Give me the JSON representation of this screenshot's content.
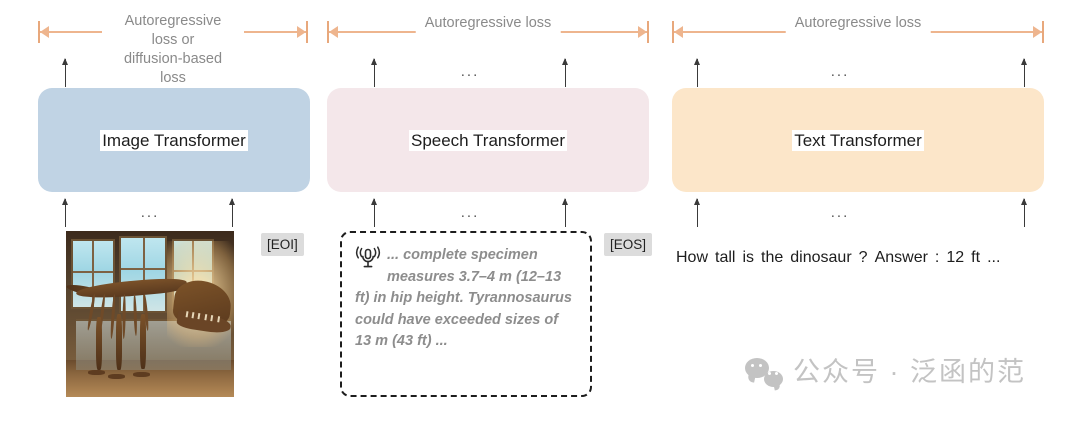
{
  "figure": {
    "title": "Multimodal transformer training losses diagram",
    "colors": {
      "image_box": "#c0d3e4",
      "speech_box": "#f4e7ea",
      "text_box": "#fce6c9",
      "bracket": "#eeb58e",
      "label_gray": "#8a8a8a",
      "watermark_gray": "#c3c3c3"
    }
  },
  "losses": [
    {
      "id": "image-loss",
      "label": "Autoregressive loss or\ndiffusion-based loss"
    },
    {
      "id": "speech-loss",
      "label": "Autoregressive loss"
    },
    {
      "id": "text-loss",
      "label": "Autoregressive loss"
    }
  ],
  "columns": [
    {
      "id": "image",
      "transformer_label": "Image Transformer",
      "top_dots": "...",
      "bottom_dots": "...",
      "end_token": "[EOI]",
      "input_kind": "image-thumbnail",
      "input_alt": "Tyrannosaurus rex skeleton on display in a museum hall with tall windows"
    },
    {
      "id": "speech",
      "transformer_label": "Speech Transformer",
      "top_dots": "...",
      "bottom_dots": "...",
      "end_token": "[EOS]",
      "input_kind": "speech-transcript",
      "transcript": "... complete specimen measures 3.7–4 m (12–13 ft) in hip height. Tyrannosaurus could have exceeded sizes of 13 m (43 ft) ..."
    },
    {
      "id": "text",
      "transformer_label": "Text Transformer",
      "top_dots": "...",
      "bottom_dots": "...",
      "input_kind": "token-sequence",
      "tokens": [
        "How",
        "tall",
        "is",
        "the",
        "dinosaur",
        "?",
        "Answer",
        ":",
        "12",
        "ft",
        "..."
      ]
    }
  ],
  "watermark": {
    "text": "公众号 · 泛函的范",
    "icon": "wechat-icon"
  }
}
